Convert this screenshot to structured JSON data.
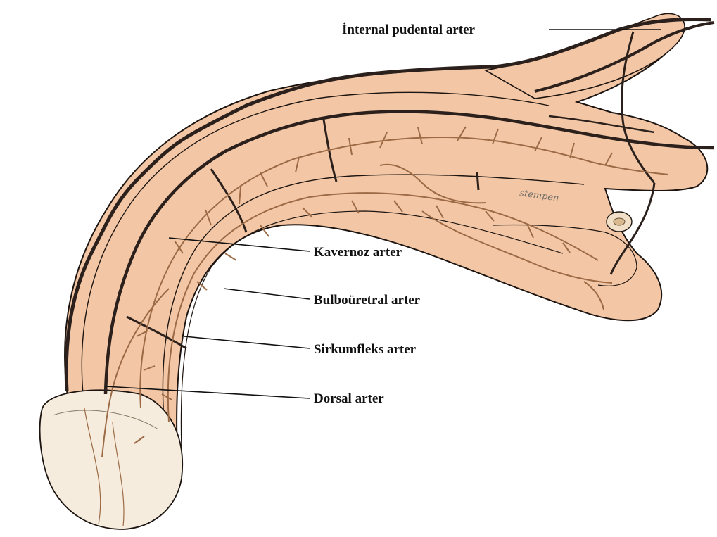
{
  "labels": {
    "internal_pudendal": "İnternal pudental arter",
    "cavernous": "Kavernoz arter",
    "bulbourethral": "Bulboüretral arter",
    "circumflex": "Sirkumfleks arter",
    "dorsal": "Dorsal arter",
    "handwritten": "stempen"
  },
  "colors": {
    "tissue": "#f3c7a6",
    "tissue_outline": "#1c1410",
    "dark_artery": "#2b201b",
    "fine_artery": "#9c6a45",
    "glans": "#f5ecdd",
    "background": "#ffffff"
  }
}
